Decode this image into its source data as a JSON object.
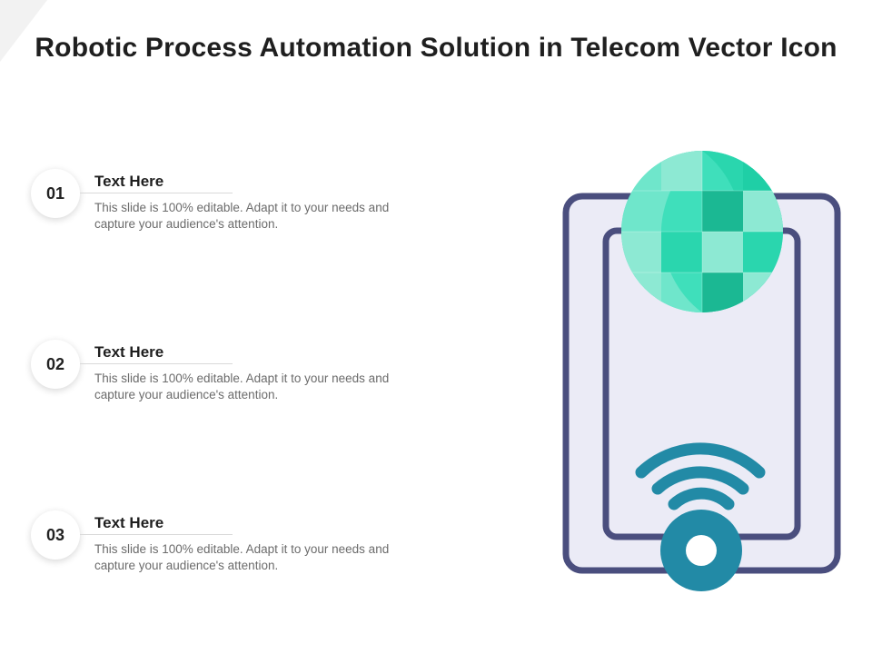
{
  "title": "Robotic Process Automation Solution in Telecom Vector Icon",
  "items": [
    {
      "number": "01",
      "heading": "Text Here",
      "description": "This slide is 100% editable. Adapt it to your needs and capture your audience's attention."
    },
    {
      "number": "02",
      "heading": "Text Here",
      "description": "This slide is 100% editable. Adapt it to your needs and capture your audience's attention."
    },
    {
      "number": "03",
      "heading": "Text Here",
      "description": "This slide is 100% editable. Adapt it to your needs and capture your audience's attention."
    }
  ],
  "colors": {
    "frame": "#4a4e7e",
    "frame_fill": "#ebebf6",
    "globe_light": "#8de9d3",
    "globe_mid": "#3fdfbb",
    "globe_dark": "#1bb893",
    "signal": "#228aa6"
  },
  "icons": [
    "mobile-device-icon",
    "globe-icon",
    "wifi-signal-icon"
  ]
}
